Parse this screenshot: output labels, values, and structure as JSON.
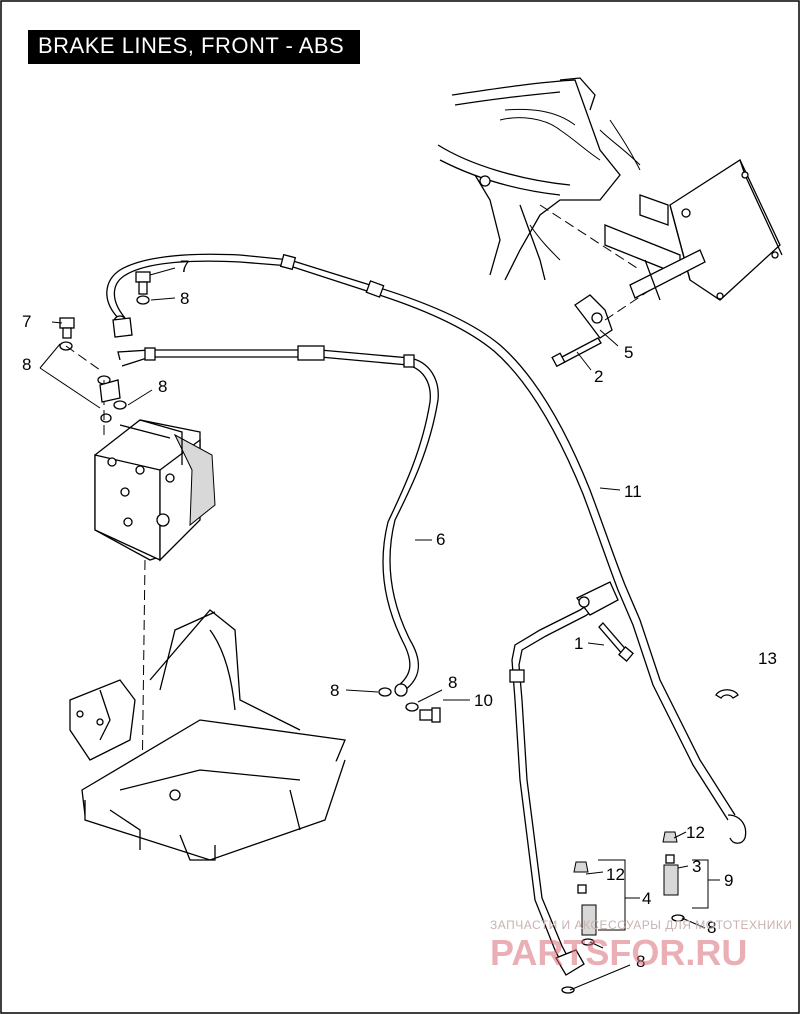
{
  "title": "BRAKE LINES, FRONT - ABS",
  "callouts": [
    {
      "label": "7"
    },
    {
      "label": "8"
    },
    {
      "label": "7"
    },
    {
      "label": "8"
    },
    {
      "label": "8"
    },
    {
      "label": "5"
    },
    {
      "label": "2"
    },
    {
      "label": "11"
    },
    {
      "label": "6"
    },
    {
      "label": "1"
    },
    {
      "label": "13"
    },
    {
      "label": "8"
    },
    {
      "label": "8"
    },
    {
      "label": "10"
    },
    {
      "label": "12"
    },
    {
      "label": "3"
    },
    {
      "label": "9"
    },
    {
      "label": "12"
    },
    {
      "label": "4"
    },
    {
      "label": "8"
    },
    {
      "label": "8"
    }
  ],
  "watermark": {
    "line1": "ЗАПЧАСТИ И АКСЕССУАРЫ ДЛЯ МОТОТЕХНИКИ",
    "line2": "PARTSFOR.RU"
  },
  "colors": {
    "title_bg": "#000000",
    "title_fg": "#ffffff",
    "watermark": "#d96c78"
  }
}
